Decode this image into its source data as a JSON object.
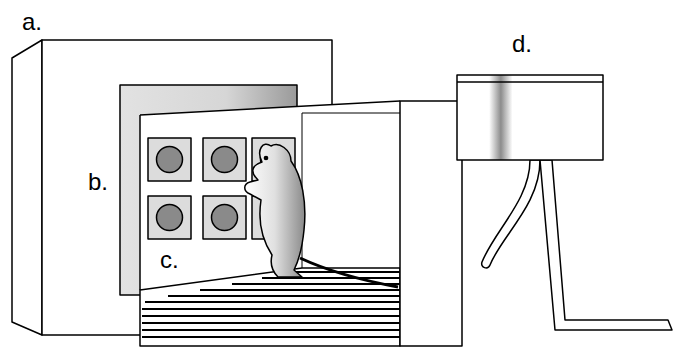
{
  "diagram": {
    "labels": [
      "a.",
      "b.",
      "c.",
      "d."
    ]
  }
}
